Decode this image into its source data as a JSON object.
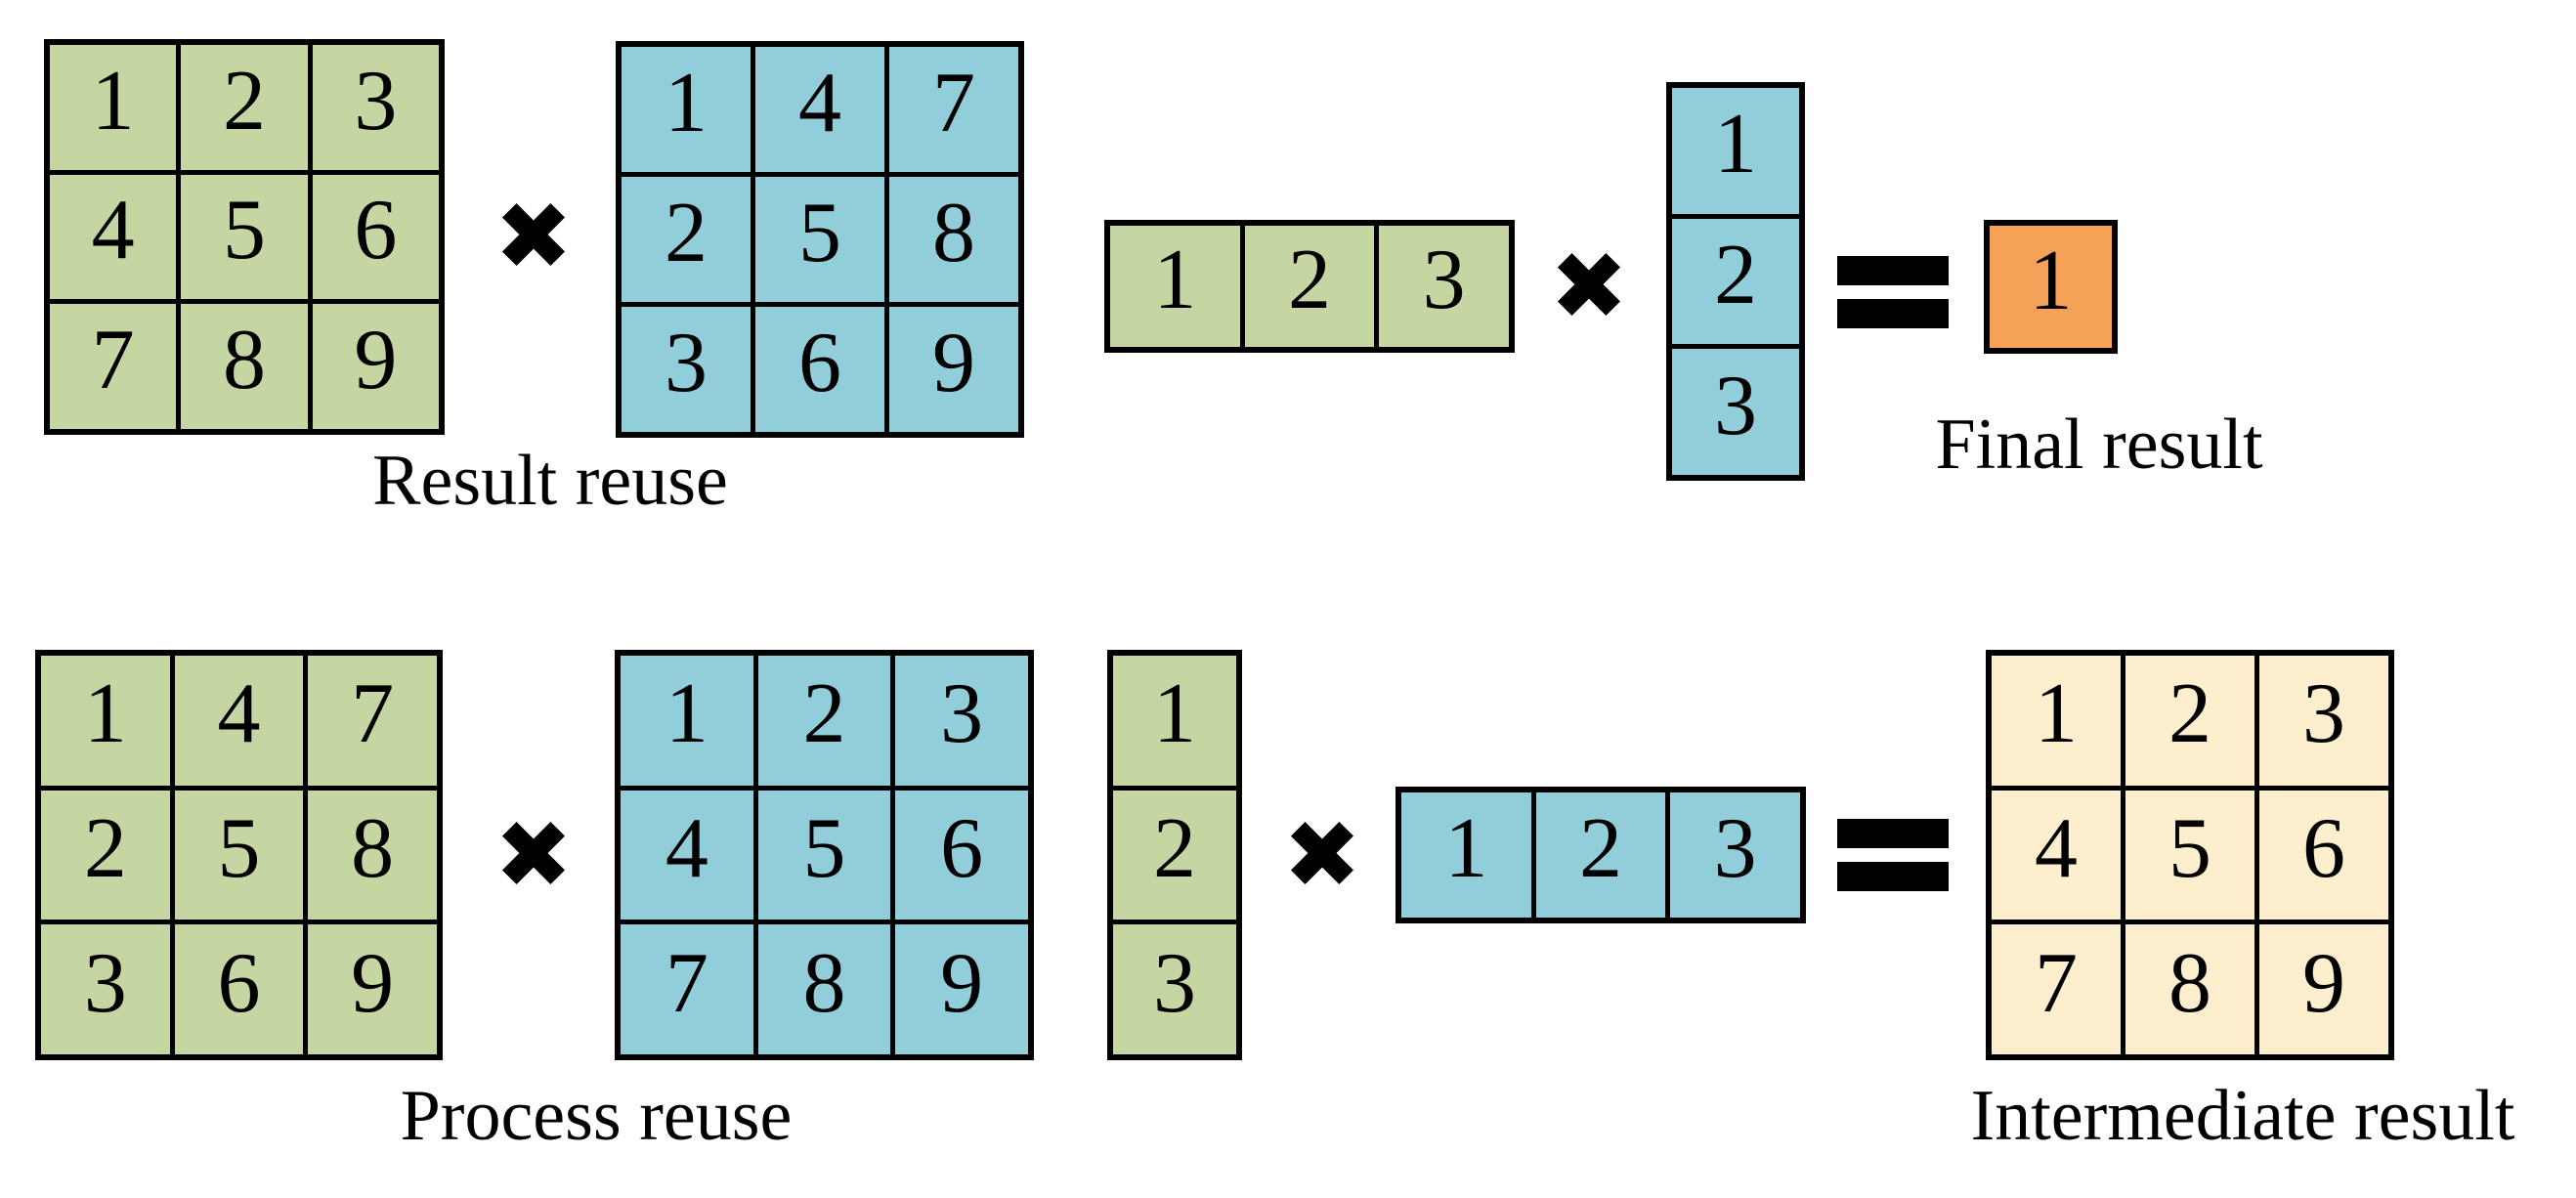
{
  "colors": {
    "green": "#c5d6a2",
    "blue": "#92cdda",
    "orange": "#f6a158",
    "cream": "#fdeecd",
    "ink": "#000000"
  },
  "operators": {
    "multiply": "✖"
  },
  "top": {
    "matrix_green": [
      [
        "1",
        "2",
        "3"
      ],
      [
        "4",
        "5",
        "6"
      ],
      [
        "7",
        "8",
        "9"
      ]
    ],
    "matrix_blue": [
      [
        "1",
        "4",
        "7"
      ],
      [
        "2",
        "5",
        "8"
      ],
      [
        "3",
        "6",
        "9"
      ]
    ],
    "label_pair": "Result reuse",
    "row_vector_green": [
      "1",
      "2",
      "3"
    ],
    "col_vector_blue": [
      "1",
      "2",
      "3"
    ],
    "result_value": "1",
    "label_result": "Final result"
  },
  "bottom": {
    "matrix_green": [
      [
        "1",
        "4",
        "7"
      ],
      [
        "2",
        "5",
        "8"
      ],
      [
        "3",
        "6",
        "9"
      ]
    ],
    "matrix_blue": [
      [
        "1",
        "2",
        "3"
      ],
      [
        "4",
        "5",
        "6"
      ],
      [
        "7",
        "8",
        "9"
      ]
    ],
    "label_pair": "Process reuse",
    "col_vector_green": [
      "1",
      "2",
      "3"
    ],
    "row_vector_blue": [
      "1",
      "2",
      "3"
    ],
    "result_matrix": [
      [
        "1",
        "2",
        "3"
      ],
      [
        "4",
        "5",
        "6"
      ],
      [
        "7",
        "8",
        "9"
      ]
    ],
    "label_result": "Intermediate result"
  }
}
